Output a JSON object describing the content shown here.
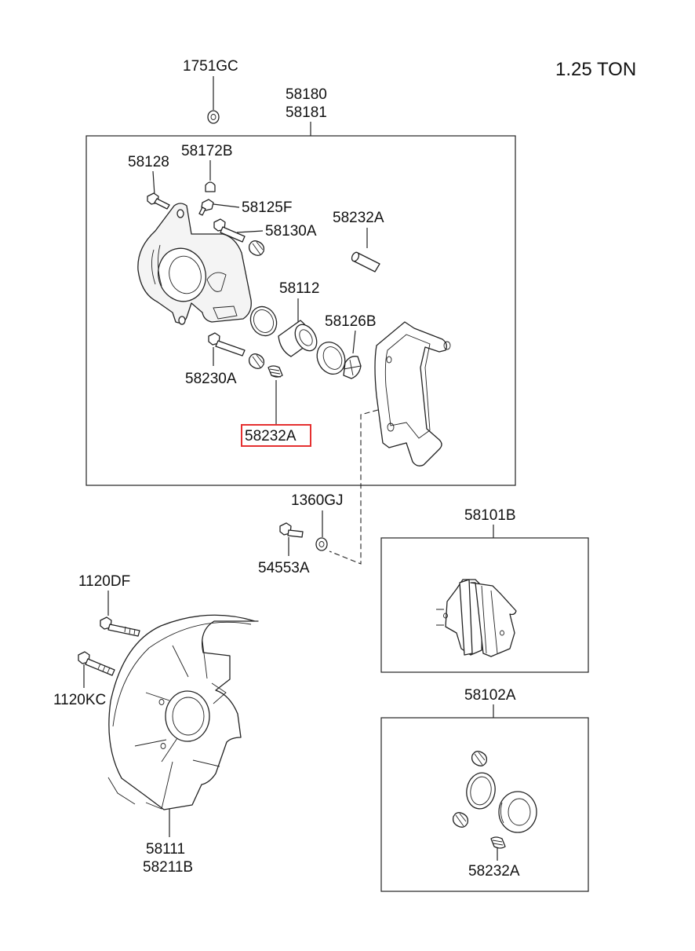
{
  "spec": "1.25 TON",
  "labels": {
    "p1751gc": "1751GC",
    "p58180": "58180",
    "p58181": "58181",
    "p58172b": "58172B",
    "p58128": "58128",
    "p58125f": "58125F",
    "p58130a": "58130A",
    "p58232a_top": "58232A",
    "p58112": "58112",
    "p58126b": "58126B",
    "p58230a": "58230A",
    "p58232a_sel": "58232A",
    "p1360gj": "1360GJ",
    "p54553a": "54553A",
    "p58101b": "58101B",
    "p1120df": "1120DF",
    "p1120kc": "1120KC",
    "p58102a": "58102A",
    "p58111": "58111",
    "p58211b": "58211B",
    "p58232a_kit": "58232A"
  },
  "highlight": {
    "color": "#e53030",
    "part": "58232A"
  }
}
